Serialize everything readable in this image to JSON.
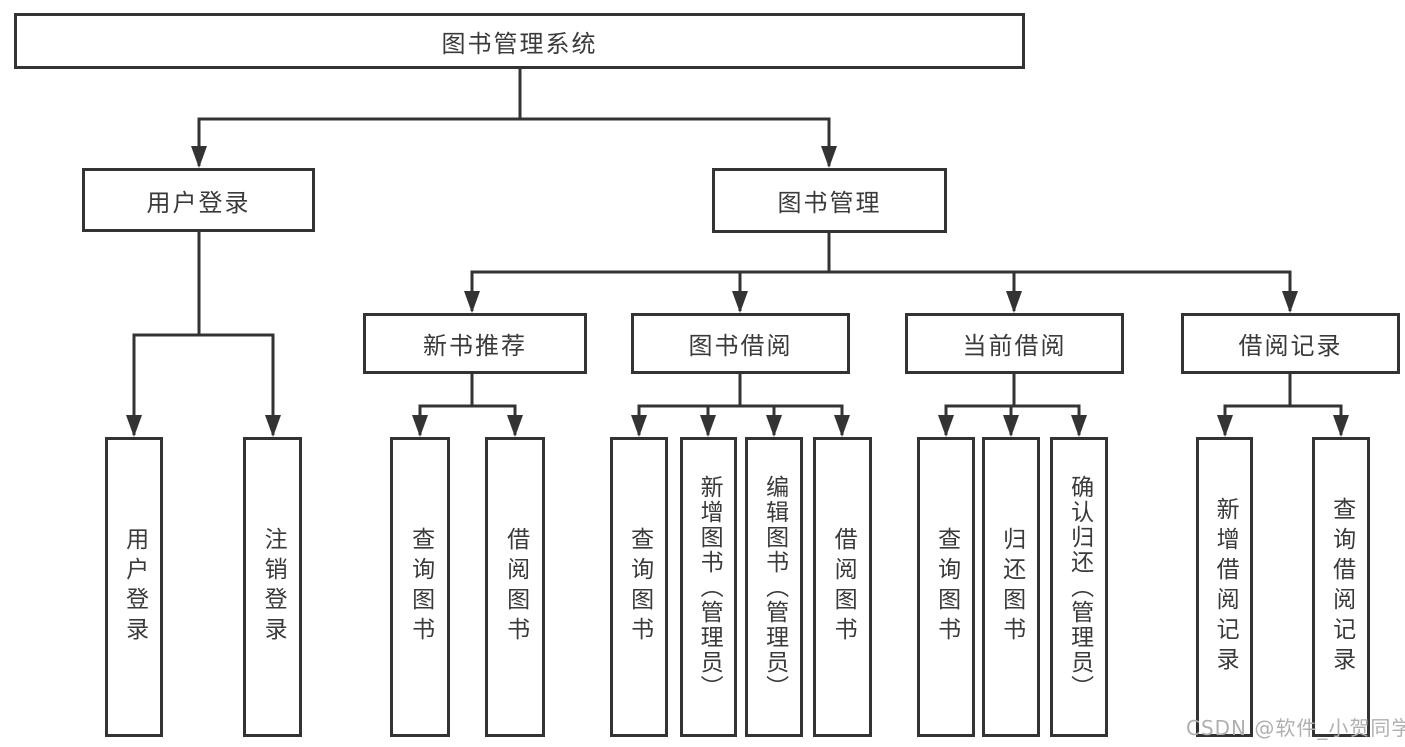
{
  "tree": {
    "root": {
      "label": "图书管理系统"
    },
    "branches": [
      {
        "label": "用户登录",
        "children": [
          {
            "label": "用户登录"
          },
          {
            "label": "注销登录"
          }
        ]
      },
      {
        "label": "图书管理",
        "children": [
          {
            "label": "新书推荐",
            "children": [
              {
                "label": "查询图书"
              },
              {
                "label": "借阅图书"
              }
            ]
          },
          {
            "label": "图书借阅",
            "children": [
              {
                "label": "查询图书"
              },
              {
                "label": "新增图书（管理员）"
              },
              {
                "label": "编辑图书（管理员）"
              },
              {
                "label": "借阅图书"
              }
            ]
          },
          {
            "label": "当前借阅",
            "children": [
              {
                "label": "查询图书"
              },
              {
                "label": "归还图书"
              },
              {
                "label": "确认归还（管理员）"
              }
            ]
          },
          {
            "label": "借阅记录",
            "children": [
              {
                "label": "新增借阅记录"
              },
              {
                "label": "查询借阅记录"
              }
            ]
          }
        ]
      }
    ]
  },
  "watermark": {
    "text": "CSDN @软件_小贺同学"
  },
  "colors": {
    "line": "#333333",
    "text": "#3a3a3a",
    "watermark": "#b0b0b0",
    "background": "#ffffff"
  }
}
